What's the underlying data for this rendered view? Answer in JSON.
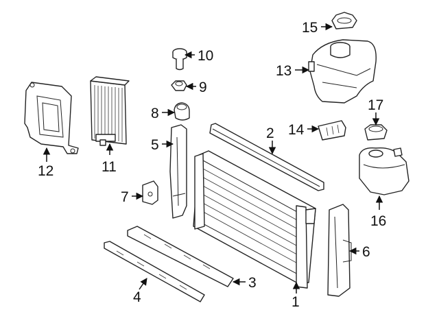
{
  "callouts": {
    "c1": "1",
    "c2": "2",
    "c3": "3",
    "c4": "4",
    "c5": "5",
    "c6": "6",
    "c7": "7",
    "c8": "8",
    "c9": "9",
    "c10": "10",
    "c11": "11",
    "c12": "12",
    "c13": "13",
    "c14": "14",
    "c15": "15",
    "c16": "16",
    "c17": "17"
  },
  "colors": {
    "line": "#222222",
    "background": "#ffffff"
  }
}
